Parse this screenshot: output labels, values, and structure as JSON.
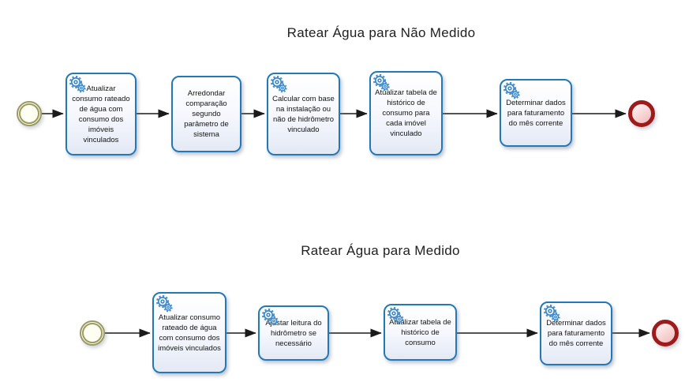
{
  "colors": {
    "task_border": "#2379B8",
    "task_fill_top": "#FFFFFF",
    "task_fill_bottom": "#E3E9F5",
    "start_event_stroke": "#9A9A63",
    "start_event_fill": "#FFFEF2",
    "end_event_stroke": "#9E1B1B",
    "end_event_fill": "#F6C6C6",
    "connector": "#1A1A1A",
    "gear_icon_blue": "#3A85C6",
    "text": "#141414"
  },
  "icons": {
    "service_task": "gear-icon"
  },
  "flows": [
    {
      "title": "Ratear Água para Não Medido",
      "tasks": [
        {
          "label": "Atualizar consumo rateado de água com consumo dos imóveis vinculados",
          "icon": "gear-icon"
        },
        {
          "label": "Arredondar comparação segundo parâmetro de sistema",
          "icon": ""
        },
        {
          "label": "Calcular com base na instalação ou não de hidrômetro vinculado",
          "icon": "gear-icon"
        },
        {
          "label": "Atualizar tabela de histórico de consumo para cada imóvel vinculado",
          "icon": "gear-icon"
        },
        {
          "label": "Determinar dados para faturamento do mês corrente",
          "icon": "gear-icon"
        }
      ]
    },
    {
      "title": "Ratear Água para Medido",
      "tasks": [
        {
          "label": "Atualizar consumo rateado de água com consumo dos imóveis vinculados",
          "icon": "gear-icon"
        },
        {
          "label": "Ajustar leitura do hidrômetro se necessário",
          "icon": "gear-icon"
        },
        {
          "label": "Atualizar tabela de histórico de consumo",
          "icon": "gear-icon"
        },
        {
          "label": "Determinar dados para faturamento do mês corrente",
          "icon": "gear-icon"
        }
      ]
    }
  ]
}
